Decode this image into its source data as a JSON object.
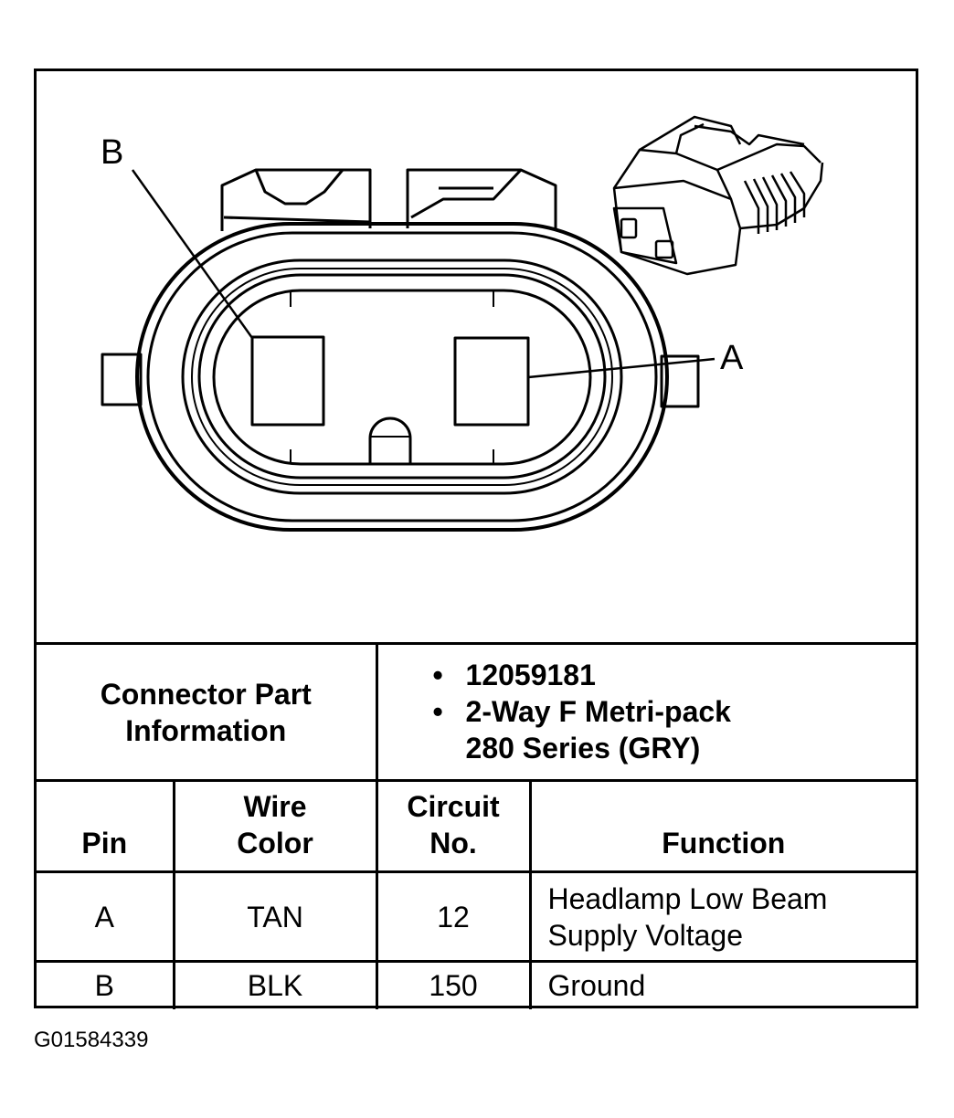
{
  "diagram": {
    "callouts": {
      "b": "B",
      "a": "A"
    }
  },
  "connector_info": {
    "label": "Connector Part Information",
    "items": [
      "12059181",
      "2-Way F Metri-pack 280 Series (GRY)"
    ]
  },
  "pin_table": {
    "headers": {
      "pin": "Pin",
      "wire_color": "Wire Color",
      "circuit_no": "Circuit No.",
      "function": "Function"
    },
    "rows": [
      {
        "pin": "A",
        "wire_color": "TAN",
        "circuit_no": "12",
        "function": "Headlamp Low Beam Supply Voltage"
      },
      {
        "pin": "B",
        "wire_color": "BLK",
        "circuit_no": "150",
        "function": "Ground"
      }
    ]
  },
  "figure_id": "G01584339"
}
